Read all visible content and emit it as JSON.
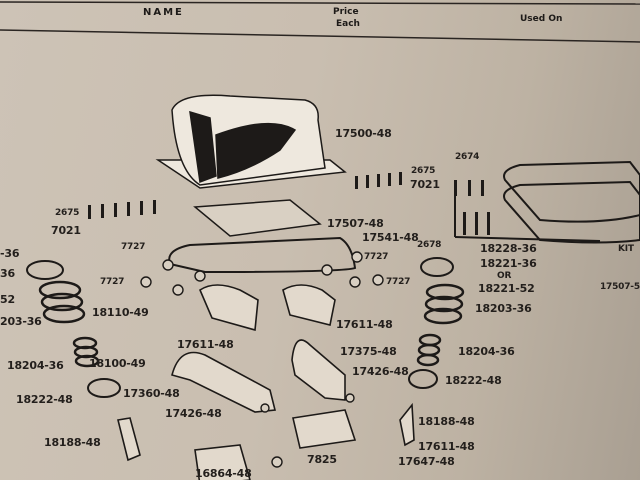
{
  "header": {
    "name": "NAME",
    "price_line1": "Price",
    "price_line2": "Each",
    "used_on": "Used On"
  },
  "labels": {
    "cover": "17500-48",
    "screws_a_top": "2675",
    "screws_a_bottom": "7021",
    "screws_b_top": "2675",
    "screws_b_bottom": "7021",
    "screen": "17507-48",
    "gasket": "17541-48",
    "bolt_2674": "2674",
    "bolt_2678": "2678",
    "kit_part": "17507-5",
    "kit": "KIT",
    "nut_1": "7727",
    "nut_2": "7727",
    "nut_3": "7727",
    "nut_4": "7727",
    "lock_key": "18228-36",
    "retainer": "18221-36",
    "or": "OR",
    "retainer_alt": "18221-52",
    "left_edge_1": "-36",
    "left_edge_2": "36",
    "left_edge_3": "52",
    "left_edge_4": "203-36",
    "spring_r": "18203-36",
    "spring_inner_r": "18204-36",
    "spring_inner_l": "18204-36",
    "rocker_link": "18110-49",
    "rocker_nut": "18100-49",
    "bearing_cap_r": "17611-48",
    "bearing_cap_l": "17611-48",
    "arm_r": "17375-48",
    "arm_l": "17360-48",
    "pivot_r": "17426-48",
    "pivot_l": "17426-48",
    "washer_r": "18222-48",
    "washer_l": "18222-48",
    "stud_r": "18188-48",
    "stud_l": "18188-48",
    "bracket_r": "17611-48",
    "nut_7825": "7825",
    "pipe": "17647-48",
    "bracket_l": "16864-48"
  },
  "colors": {
    "paper": "#c9beb0",
    "ink": "#231f1c"
  }
}
